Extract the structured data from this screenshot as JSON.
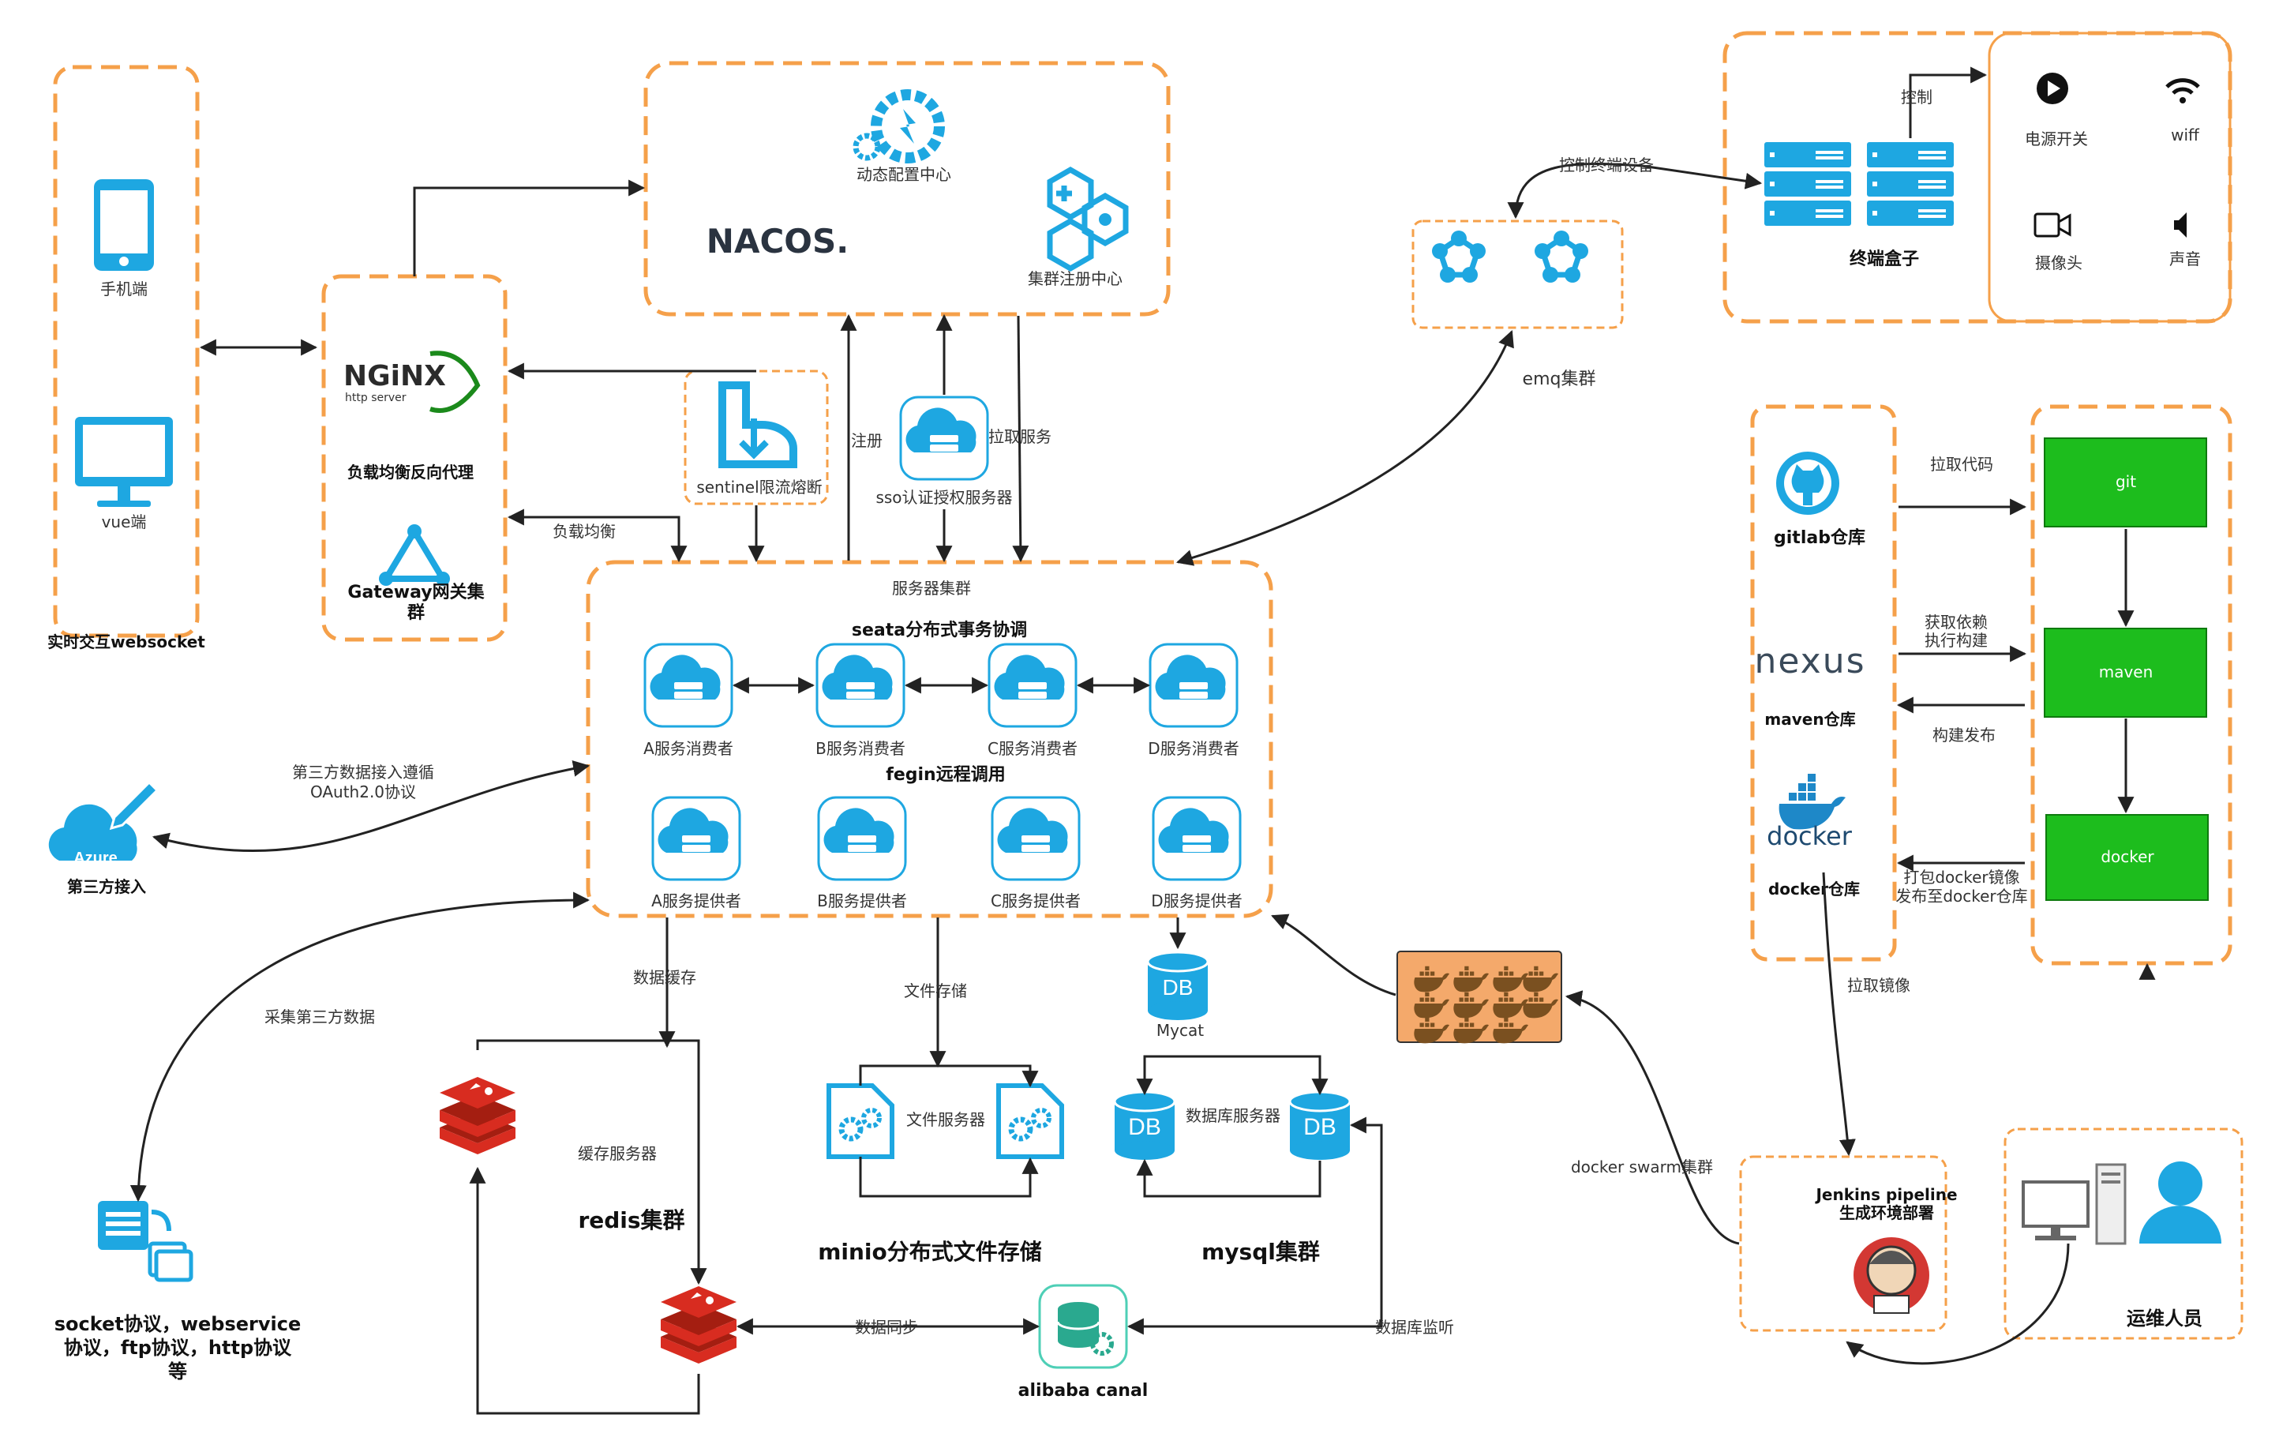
{
  "colors": {
    "accent_orange": "#f5a04a",
    "icon_blue": "#1ea7e1",
    "pipeline_green": "#1dbd1d",
    "edge": "#222222"
  },
  "clients": {
    "mobile": "手机端",
    "vue": "vue端",
    "group": "实时交互websocket"
  },
  "gateway": {
    "lb_label": "负载均衡反向代理",
    "gateway_label_1": "Gateway网关集",
    "gateway_label_2": "群",
    "nginx_logo": "NGiNX",
    "nginx_sub": "http server"
  },
  "nacos": {
    "config_label": "动态配置中心",
    "registry_label": "集群注册中心",
    "logo": "NACOS."
  },
  "sentinel": {
    "label": "sentinel限流熔断"
  },
  "sso": {
    "label": "sso认证授权服务器"
  },
  "edge_labels": {
    "register": "注册",
    "pull_service": "拉取服务",
    "load_balance": "负载均衡",
    "third_party_oauth_1": "第三方数据接入遵循",
    "third_party_oauth_2": "OAuth2.0协议",
    "collect_third": "采集第三方数据",
    "data_cache": "数据缓存",
    "file_store": "文件存储",
    "data_sync": "数据同步",
    "db_listen": "数据库监听",
    "control_device": "控制终端设备",
    "control": "控制",
    "pull_code": "拉取代码",
    "get_deps_1": "获取依赖",
    "get_deps_2": "执行构建",
    "build_publish": "构建发布",
    "pack_docker_1": "打包docker镜像",
    "pack_docker_2": "发布至docker仓库",
    "pull_image": "拉取镜像",
    "docker_swarm": "docker swarm集群"
  },
  "cluster": {
    "title": "服务器集群",
    "seata": "seata分布式事务协调",
    "fegin": "fegin远程调用",
    "consumers": [
      "A服务消费者",
      "B服务消费者",
      "C服务消费者",
      "D服务消费者"
    ],
    "providers": [
      "A服务提供者",
      "B服务提供者",
      "C服务提供者",
      "D服务提供者"
    ]
  },
  "third_party": {
    "azure": "Azure",
    "label": "第三方接入"
  },
  "protocols": {
    "line1": "socket协议，webservice",
    "line2": "协议，ftp协议，http协议",
    "line3": "等"
  },
  "redis": {
    "server_label": "缓存服务器",
    "cluster_label": "redis集群"
  },
  "minio": {
    "server_label": "文件服务器",
    "cluster_label": "minio分布式文件存储"
  },
  "mysql": {
    "db": "DB",
    "mycat": "Mycat",
    "server_label": "数据库服务器",
    "cluster_label": "mysql集群"
  },
  "canal": {
    "label": "alibaba canal"
  },
  "emq": {
    "label": "emq集群"
  },
  "terminal": {
    "box_label": "终端盒子",
    "power": "电源开关",
    "wifi": "wiff",
    "camera": "摄像头",
    "sound": "声音"
  },
  "devops": {
    "gitlab": "gitlab仓库",
    "nexus_logo": "nexus",
    "maven_repo": "maven仓库",
    "docker_logo": "docker",
    "docker_repo": "docker仓库",
    "stages": [
      "git",
      "maven",
      "docker"
    ],
    "jenkins_1": "Jenkins pipeline",
    "jenkins_2": "生成环境部署",
    "ops": "运维人员"
  }
}
